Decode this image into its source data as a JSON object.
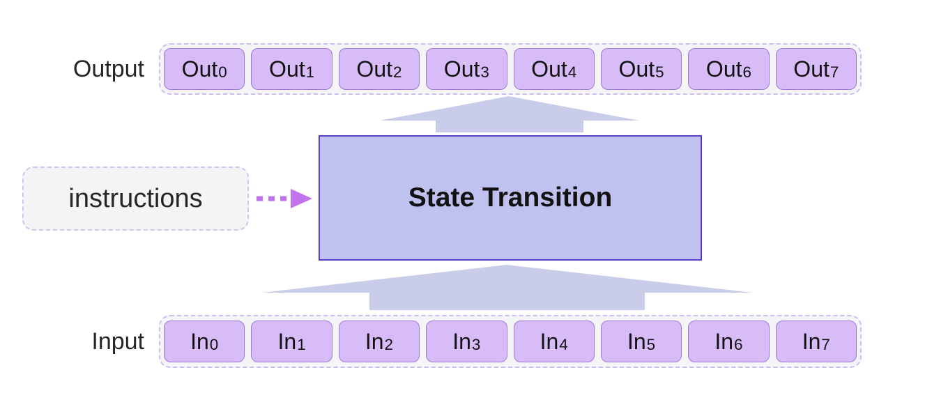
{
  "title": "State Transition diagram",
  "colors": {
    "cell_fill": "#d7bcf8",
    "cell_border": "#9d7ad9",
    "row_fill": "#f5f4f7",
    "row_border": "#cac0ee",
    "state_fill": "#bfc2ee",
    "state_border": "#5c3dc8",
    "arrow_fill": "#cacde9",
    "instructions_fill": "#f4f4f5",
    "instructions_border": "#cdc5ef",
    "dashed_arrow": "#c272eb",
    "label_text": "#262626",
    "cell_text": "#121212"
  },
  "output_row": {
    "label": "Output",
    "cells": [
      {
        "base": "Out",
        "sub": "0"
      },
      {
        "base": "Out",
        "sub": "1"
      },
      {
        "base": "Out",
        "sub": "2"
      },
      {
        "base": "Out",
        "sub": "3"
      },
      {
        "base": "Out",
        "sub": "4"
      },
      {
        "base": "Out",
        "sub": "5"
      },
      {
        "base": "Out",
        "sub": "6"
      },
      {
        "base": "Out",
        "sub": "7"
      }
    ]
  },
  "input_row": {
    "label": "Input",
    "cells": [
      {
        "base": "In",
        "sub": "0"
      },
      {
        "base": "In",
        "sub": "1"
      },
      {
        "base": "In",
        "sub": "2"
      },
      {
        "base": "In",
        "sub": "3"
      },
      {
        "base": "In",
        "sub": "4"
      },
      {
        "base": "In",
        "sub": "5"
      },
      {
        "base": "In",
        "sub": "6"
      },
      {
        "base": "In",
        "sub": "7"
      }
    ]
  },
  "state_box": {
    "label": "State Transition"
  },
  "instructions_box": {
    "label": "instructions"
  }
}
